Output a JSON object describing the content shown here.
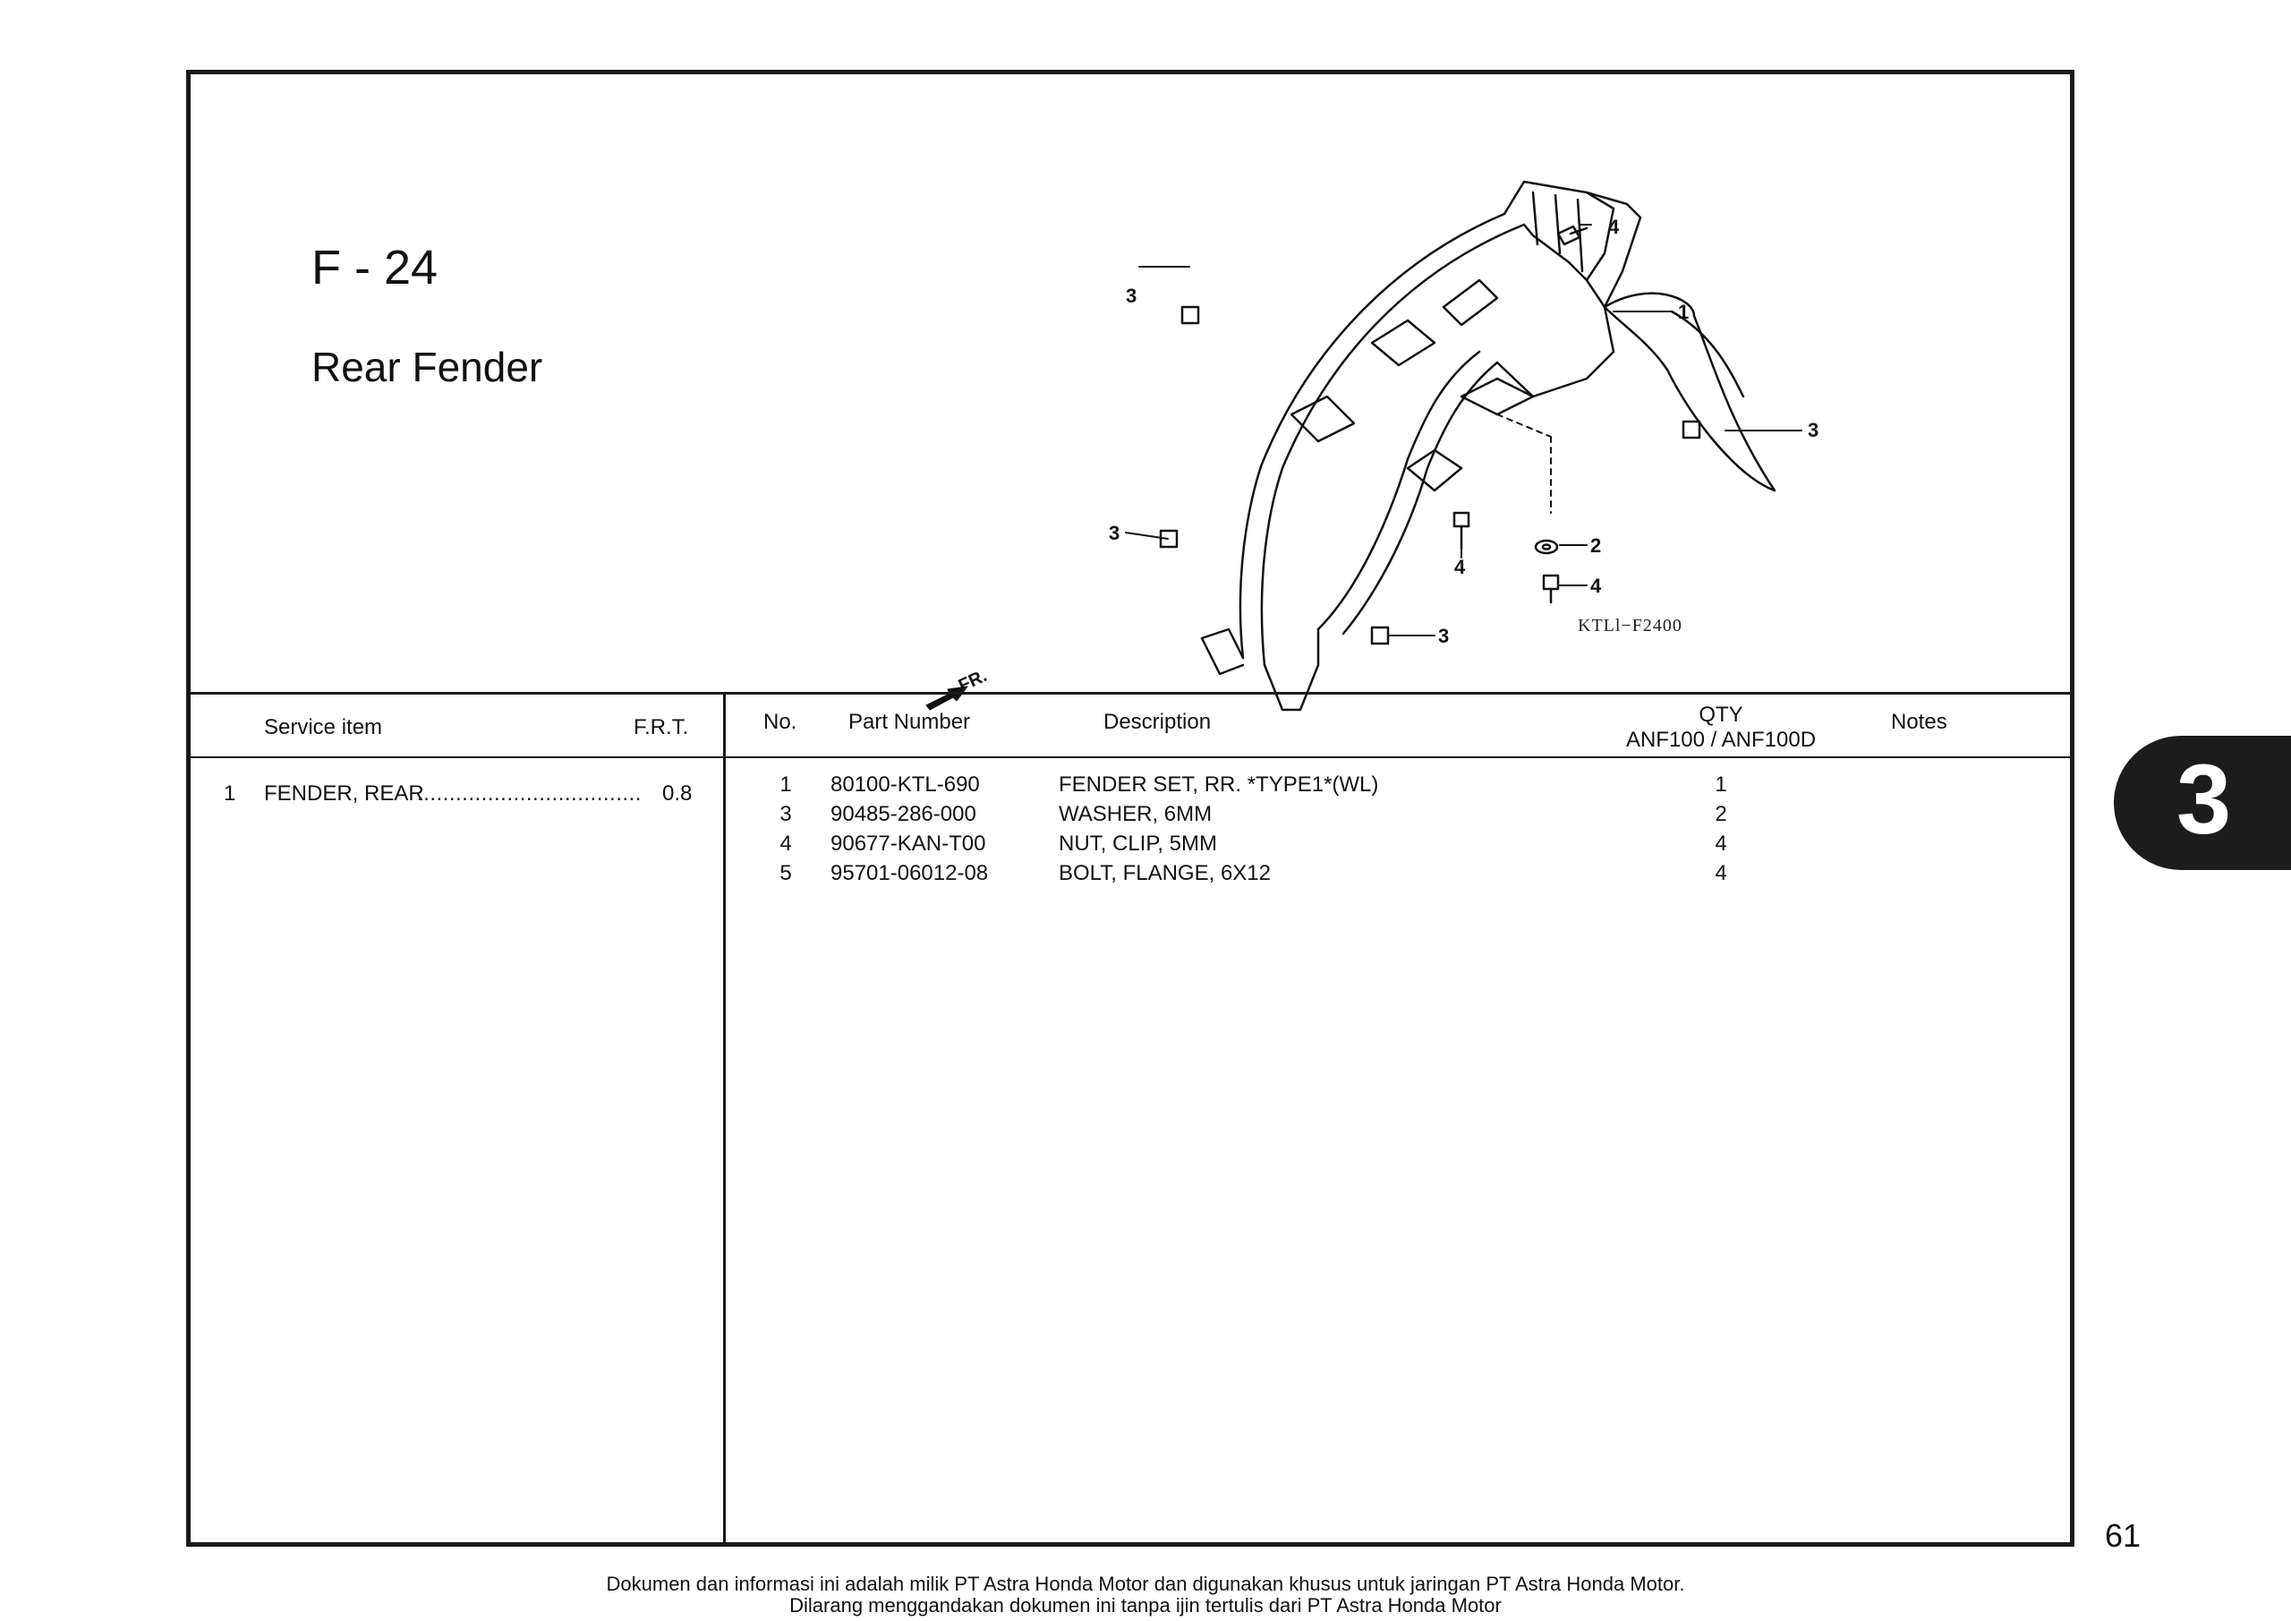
{
  "header": {
    "code": "F - 24",
    "title": "Rear Fender"
  },
  "diagram": {
    "reference": "KTLl−F2400",
    "front_label": "FR.",
    "callouts": [
      "4",
      "1",
      "3",
      "3",
      "3",
      "2",
      "4",
      "4",
      "3"
    ]
  },
  "service_table": {
    "headers": {
      "item": "Service item",
      "frt": "F.R.T."
    },
    "rows": [
      {
        "no": "1",
        "item": "FENDER, REAR",
        "leader": "...................................",
        "frt": "0.8"
      }
    ]
  },
  "parts_table": {
    "headers": {
      "no": "No.",
      "part_number": "Part Number",
      "description": "Description",
      "qty": "QTY",
      "qty_models": "ANF100 / ANF100D",
      "notes": "Notes"
    },
    "rows": [
      {
        "no": "1",
        "part_number": "80100-KTL-690",
        "description": "FENDER SET, RR. *TYPE1*(WL)",
        "qty": "1"
      },
      {
        "no": "3",
        "part_number": "90485-286-000",
        "description": "WASHER, 6MM",
        "qty": "2"
      },
      {
        "no": "4",
        "part_number": "90677-KAN-T00",
        "description": "NUT, CLIP, 5MM",
        "qty": "4"
      },
      {
        "no": "5",
        "part_number": "95701-06012-08",
        "description": "BOLT, FLANGE, 6X12",
        "qty": "4"
      }
    ]
  },
  "section_tab": "3",
  "page_number": "61",
  "footer": {
    "line1": "Dokumen dan informasi ini adalah milik PT Astra Honda Motor dan digunakan khusus untuk jaringan PT Astra Honda Motor.",
    "line2": "Dilarang menggandakan dokumen ini tanpa ijin tertulis dari PT Astra Honda Motor"
  }
}
